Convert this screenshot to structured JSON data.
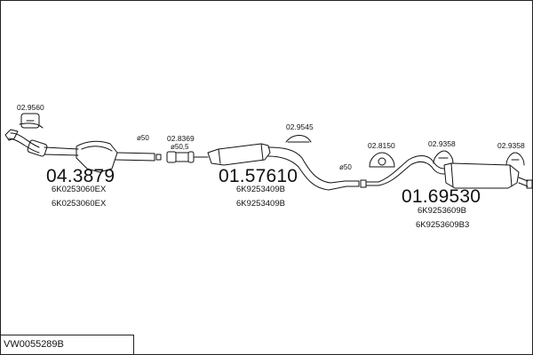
{
  "title": "VW0055289B",
  "parts": [
    {
      "code": "04.3879",
      "refs": [
        "6K0253060EX",
        "6K0253060EX"
      ]
    },
    {
      "code": "01.57610",
      "refs": [
        "6K9253409B",
        "6K9253409B"
      ]
    },
    {
      "code": "01.69530",
      "refs": [
        "6K9253609B",
        "6K9253609B3"
      ]
    }
  ],
  "accessories": [
    "02.9560",
    "02.8369",
    "02.9545",
    "02.8150",
    "02.9358",
    "02.9358"
  ],
  "dimensions": [
    "ø50",
    "ø50,5",
    "ø50"
  ]
}
